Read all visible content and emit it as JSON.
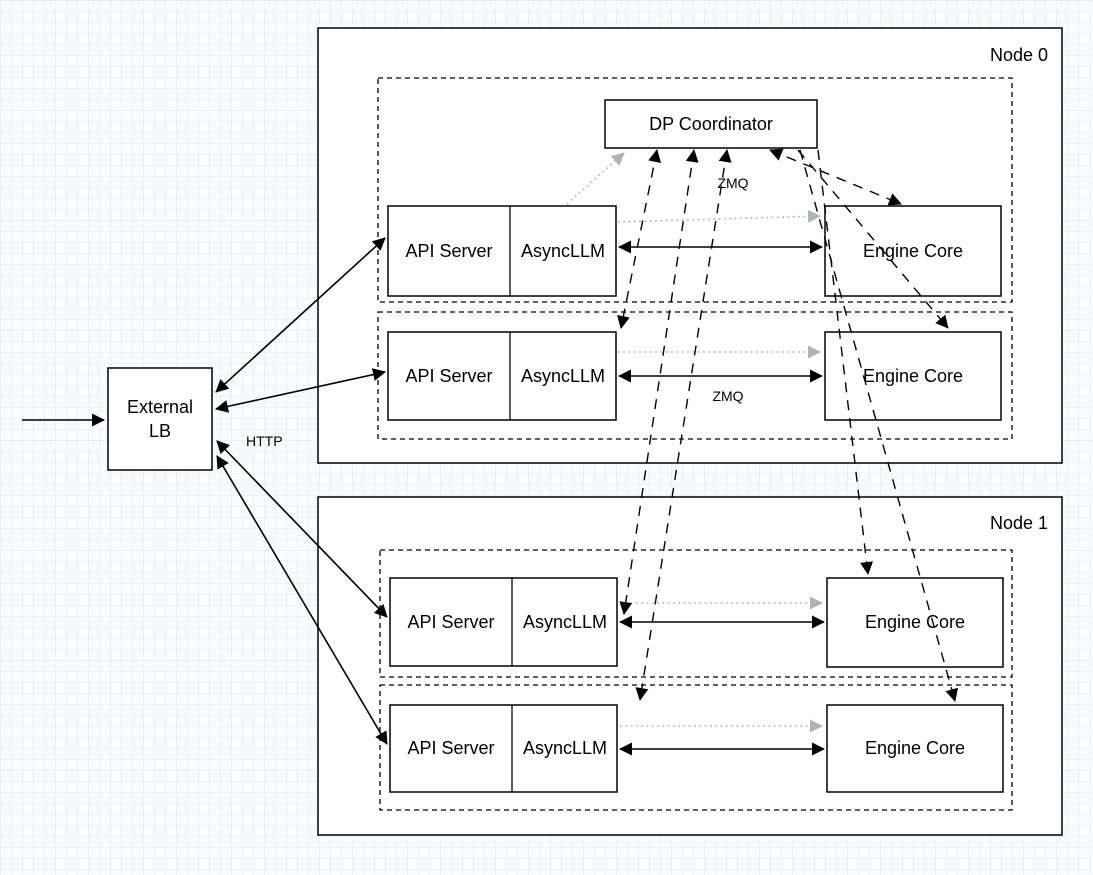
{
  "diagram": {
    "external_lb": {
      "line1": "External",
      "line2": "LB"
    },
    "labels": {
      "http": "HTTP",
      "zmq_top": "ZMQ",
      "zmq_mid": "ZMQ"
    },
    "node0": {
      "label": "Node 0"
    },
    "node1": {
      "label": "Node 1"
    },
    "dp_coordinator": "DP Coordinator",
    "rows": [
      {
        "api_server": "API Server",
        "async_llm": "AsyncLLM",
        "engine_core": "Engine Core"
      },
      {
        "api_server": "API Server",
        "async_llm": "AsyncLLM",
        "engine_core": "Engine Core"
      },
      {
        "api_server": "API Server",
        "async_llm": "AsyncLLM",
        "engine_core": "Engine Core"
      },
      {
        "api_server": "API Server",
        "async_llm": "AsyncLLM",
        "engine_core": "Engine Core"
      }
    ],
    "colors": {
      "stroke": "#000000",
      "box_fill": "#ffffff",
      "dotted_gray": "#b0b3b5",
      "grid_minor": "#e8edf0",
      "grid_major": "#dee4e9",
      "canvas": "#fafbfc"
    }
  }
}
